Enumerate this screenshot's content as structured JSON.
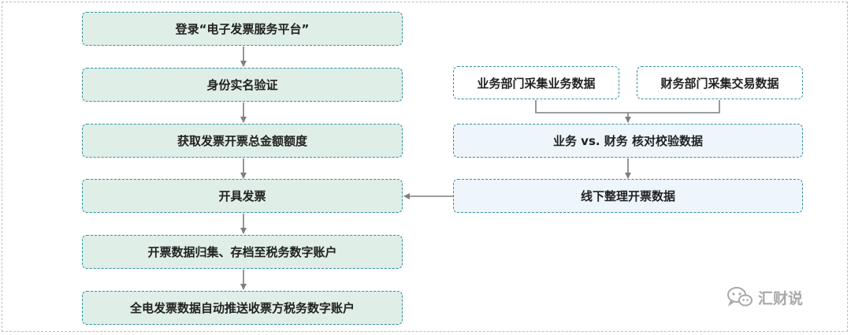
{
  "flow": {
    "steps": [
      "登录“电子发票服务平台”",
      "身份实名验证",
      "获取发票开票总金额额度",
      "开具发票",
      "开票数据归集、存档至税务数字账户",
      "全电发票数据自动推送收票方税务数字账户"
    ]
  },
  "side": {
    "source_business": "业务部门采集业务数据",
    "source_finance": "财务部门采集交易数据",
    "reconcile": "业务 vs. 财务 核对校验数据",
    "organize": "线下整理开票数据"
  },
  "watermark": {
    "text": "汇财说",
    "icon": "wechat-icon"
  },
  "colors": {
    "step_fill": "#dfeee7",
    "side_fill": "#eef5fb",
    "border": "#2f8fa3",
    "arrow": "#7f7f7f"
  }
}
